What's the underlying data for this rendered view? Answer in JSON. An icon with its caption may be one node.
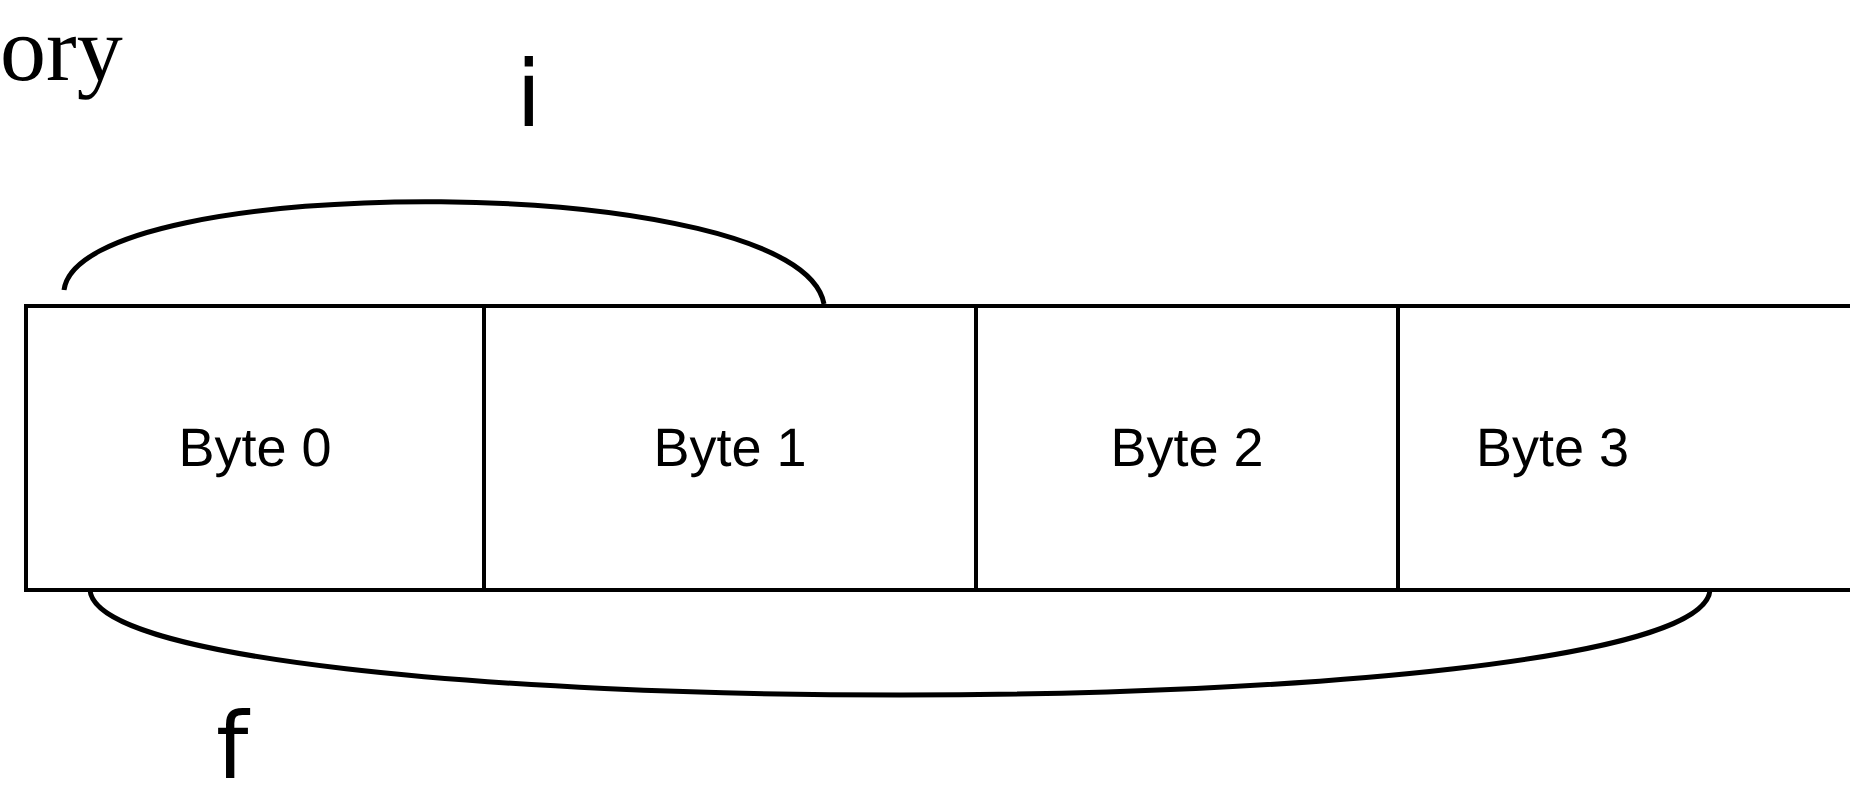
{
  "diagram": {
    "nodes": [
      {
        "text": [
          "Byte 0"
        ]
      },
      {
        "text": [
          "Byte 1"
        ]
      },
      {
        "text": [
          "Byte 2"
        ]
      },
      {
        "text": [
          "Byte 3"
        ]
      }
    ],
    "edges": [],
    "labels": [
      "ory",
      "i",
      "f"
    ]
  }
}
